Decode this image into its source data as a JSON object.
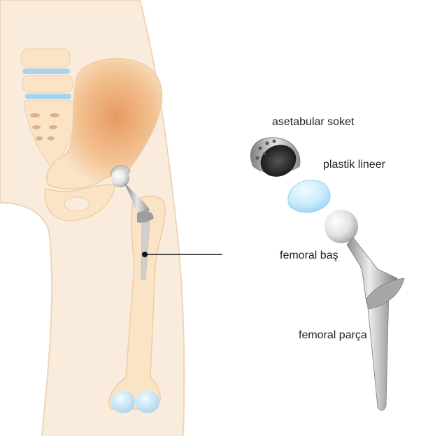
{
  "labels": {
    "acetabular_socket": "asetabular soket",
    "plastic_liner": "plastik lineer",
    "femoral_head": "femoral baş",
    "femoral_stem": "femoral parça"
  },
  "colors": {
    "skin": "#f9ecdd",
    "skin_outline": "#f0d4b8",
    "bone": "#fbe3c6",
    "bone_outline": "#efcca6",
    "pelvis_shade": "#e9a06a",
    "cartilage": "#a9d4ee",
    "metal_light": "#d9d9d9",
    "metal_dark": "#8a8a8a",
    "socket_inner": "#222222",
    "liner": "#bfe6fb"
  }
}
